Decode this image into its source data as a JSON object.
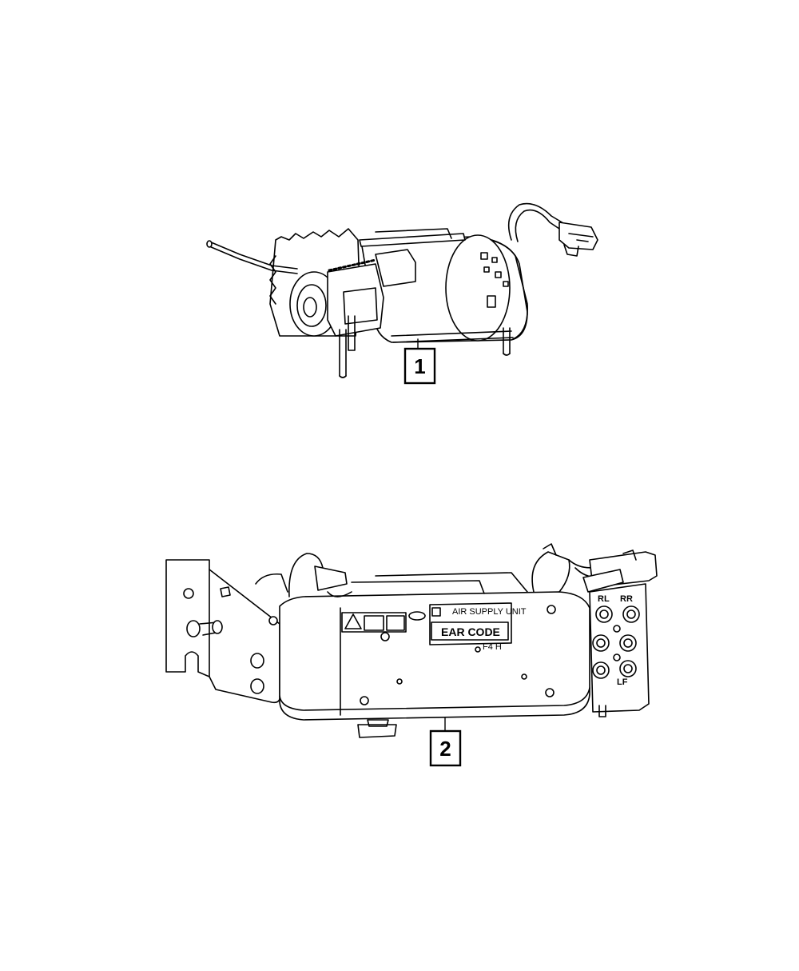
{
  "callouts": [
    {
      "id": "1",
      "label": "1"
    },
    {
      "id": "2",
      "label": "2"
    }
  ],
  "part2_labels": {
    "supply_line": "AIR SUPPLY UNIT",
    "code_box": "EAR CODE",
    "small_code": "F4 H",
    "port_rr": "RR",
    "port_rl": "RL",
    "port_lf": "LF"
  }
}
